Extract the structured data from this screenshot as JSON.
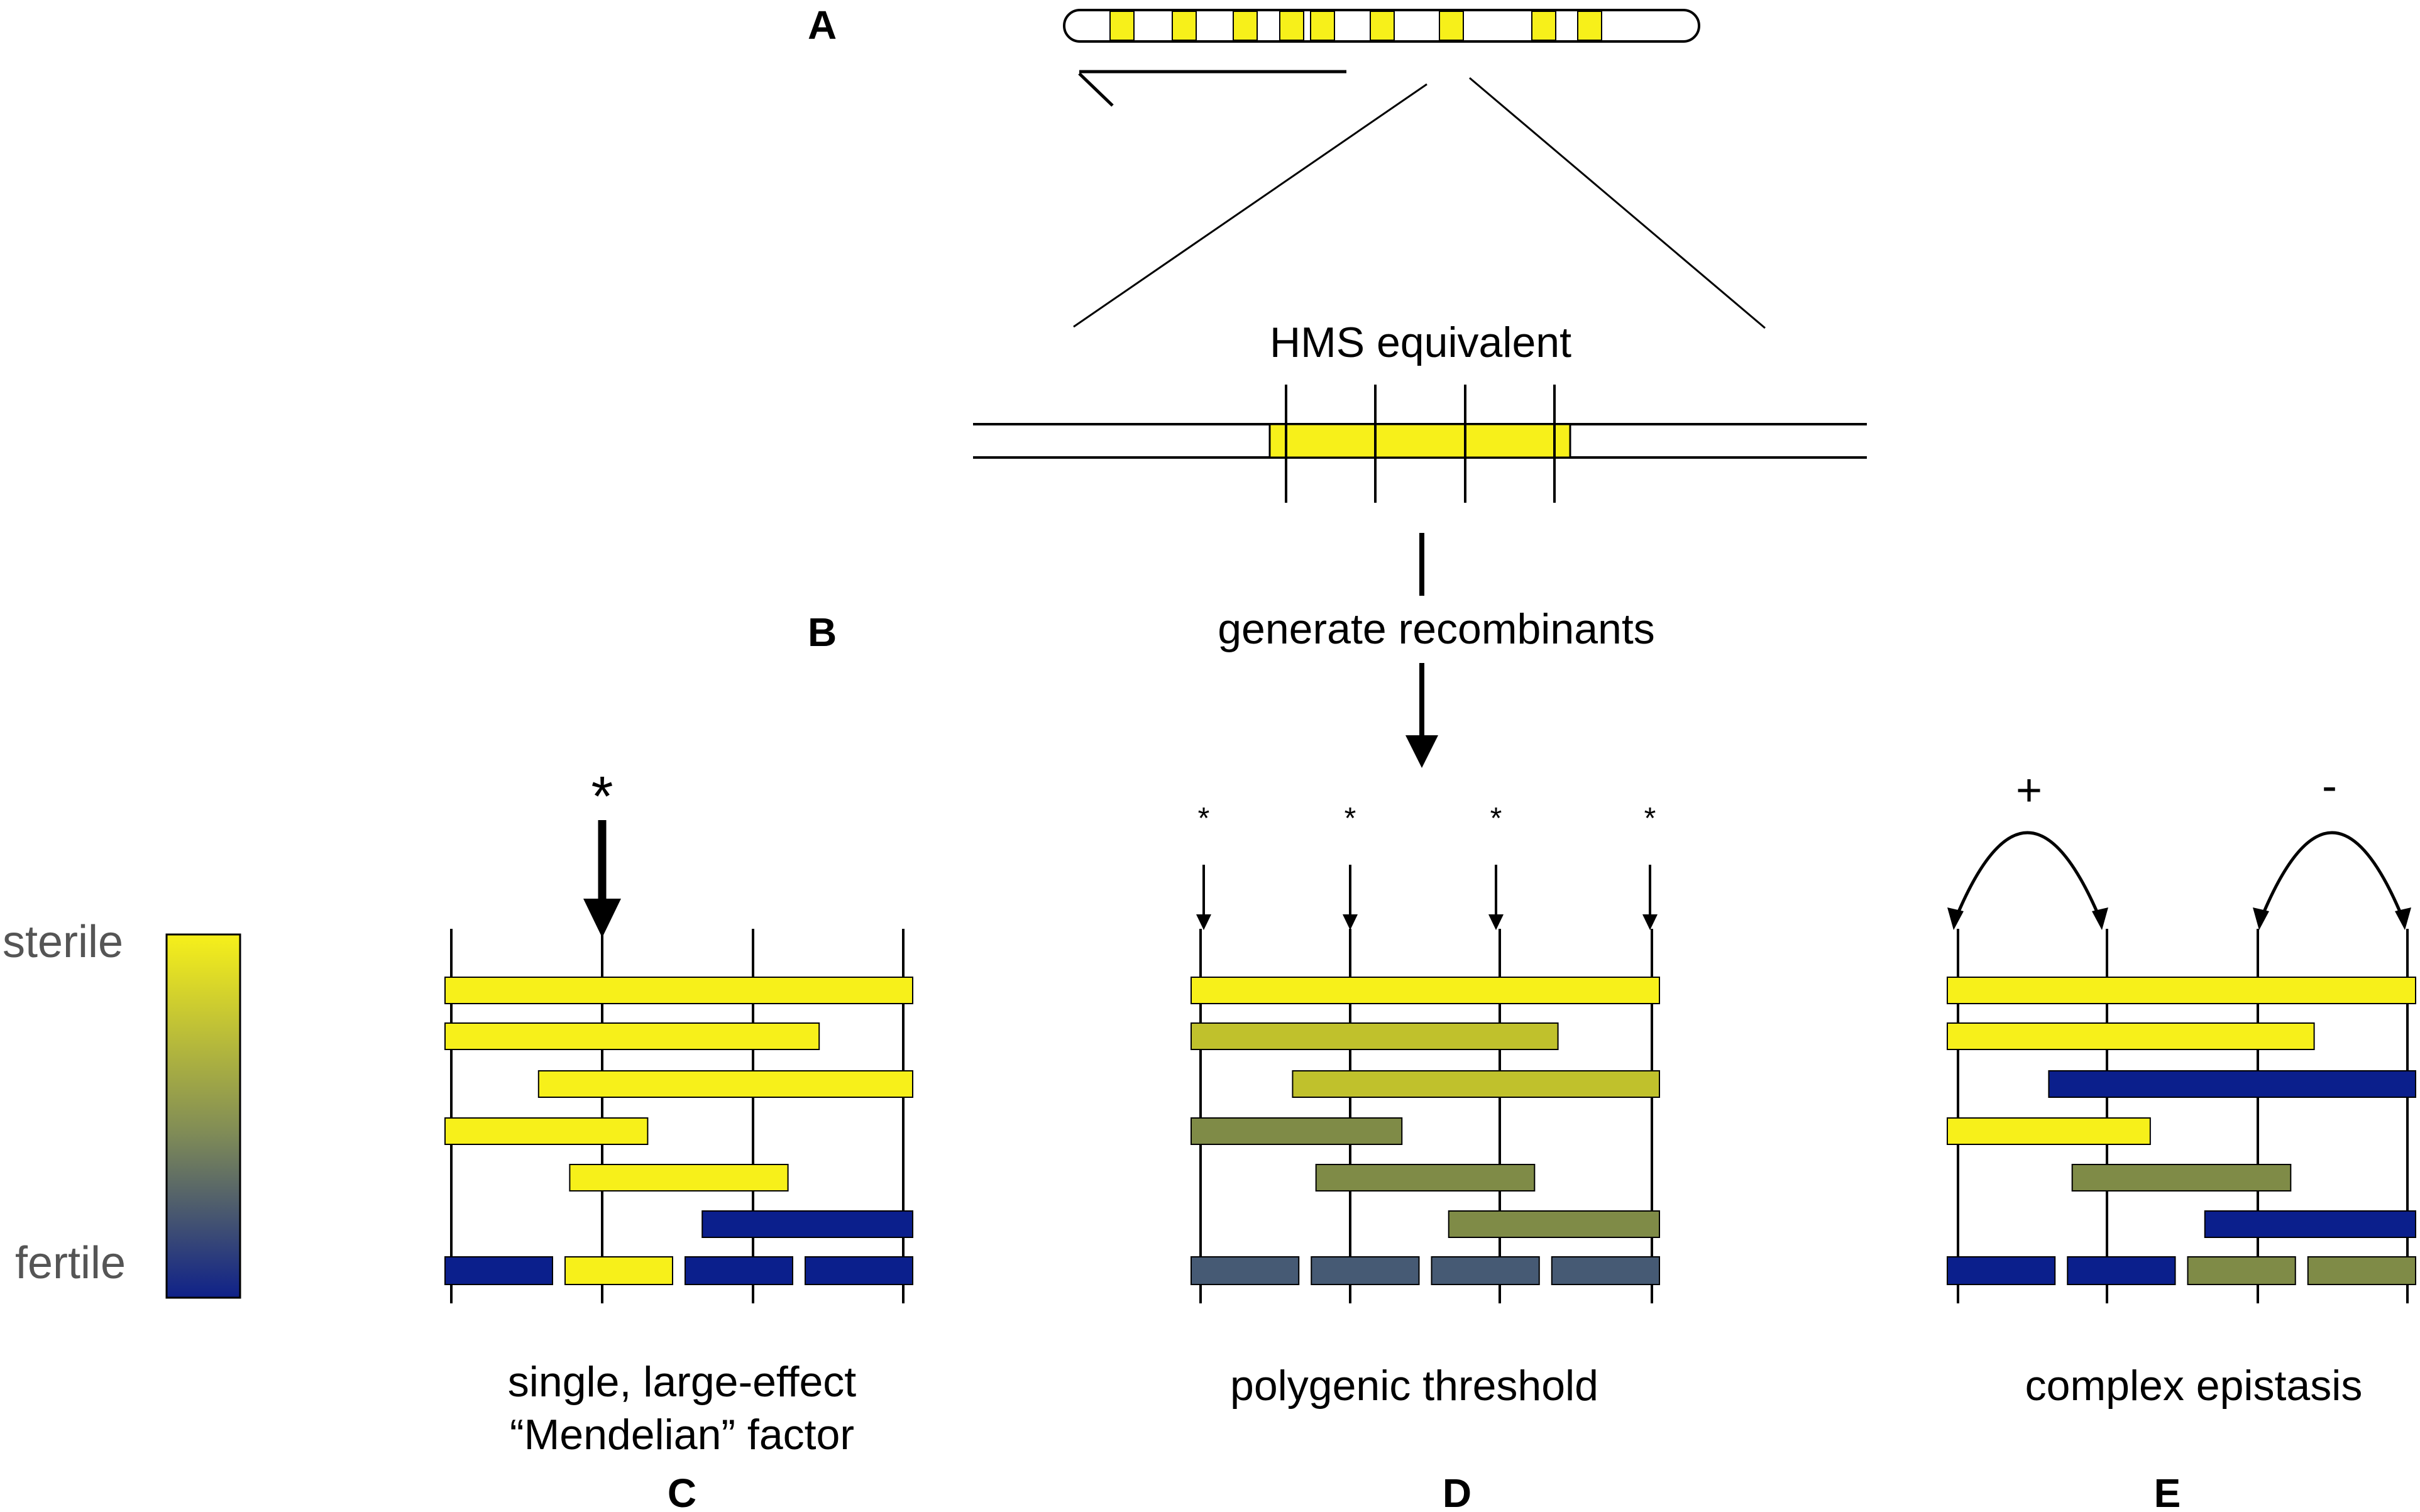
{
  "panels": {
    "a": {
      "letter": "A"
    },
    "b": {
      "letter": "B",
      "region_label": "HMS equivalent",
      "step_label": "generate recombinants"
    },
    "c": {
      "letter": "C",
      "caption_line1": "single, large-effect",
      "caption_line2": "“Mendelian” factor",
      "marker": "*"
    },
    "d": {
      "letter": "D",
      "caption": "polygenic threshold",
      "marker": "*"
    },
    "e": {
      "letter": "E",
      "caption": "complex epistasis",
      "sign_plus": "+",
      "sign_minus": "-"
    }
  },
  "color_scale": {
    "top_label": "sterile",
    "bottom_label": "fertile",
    "top_color": "#f7f01a",
    "mid_color": "#7f8b57",
    "bottom_color": "#0f2189"
  },
  "colors": {
    "sterile": "#f7f01a",
    "yellow_olive": "#c0c12c",
    "olive_light": "#a9ad3b",
    "olive": "#7f8b47",
    "slate": "#465a74",
    "fertile": "#0b2088",
    "navy": "#0b1f8c"
  },
  "recombinant_panels": [
    {
      "id": "c",
      "rows": [
        {
          "start": 0,
          "end": 3,
          "color": "#f7f01a"
        },
        {
          "start": 0,
          "end": 2.4,
          "color": "#f7f01a"
        },
        {
          "start": 0.6,
          "end": 3,
          "color": "#f7f01a"
        },
        {
          "start": 0,
          "end": 1.3,
          "color": "#f7f01a"
        },
        {
          "start": 0.8,
          "end": 2.2,
          "color": "#f7f01a"
        },
        {
          "start": 1.65,
          "end": 3,
          "color": "#0b1f8c"
        }
      ],
      "bottom_segments": [
        "#0b1f8c",
        "#f7f01a",
        "#0b1f8c",
        "#0b1f8c"
      ]
    },
    {
      "id": "d",
      "rows": [
        {
          "start": 0,
          "end": 3,
          "color": "#f7f01a"
        },
        {
          "start": 0,
          "end": 2.35,
          "color": "#c0c12c"
        },
        {
          "start": 0.65,
          "end": 3,
          "color": "#c0c12c"
        },
        {
          "start": 0,
          "end": 1.35,
          "color": "#7f8b47"
        },
        {
          "start": 0.8,
          "end": 2.2,
          "color": "#7f8b47"
        },
        {
          "start": 1.65,
          "end": 3,
          "color": "#7f8b47"
        }
      ],
      "bottom_segments": [
        "#465a74",
        "#465a74",
        "#465a74",
        "#465a74"
      ]
    },
    {
      "id": "e",
      "rows": [
        {
          "start": 0,
          "end": 3,
          "color": "#f7f01a"
        },
        {
          "start": 0,
          "end": 2.35,
          "color": "#f7f01a"
        },
        {
          "start": 0.65,
          "end": 3,
          "color": "#0b1f8c"
        },
        {
          "start": 0,
          "end": 1.3,
          "color": "#f7f01a"
        },
        {
          "start": 0.8,
          "end": 2.2,
          "color": "#7f8b47"
        },
        {
          "start": 1.65,
          "end": 3,
          "color": "#0b1f8c"
        }
      ],
      "bottom_segments": [
        "#0b1f8c",
        "#0b1f8c",
        "#7f8b47",
        "#7f8b47"
      ]
    }
  ]
}
